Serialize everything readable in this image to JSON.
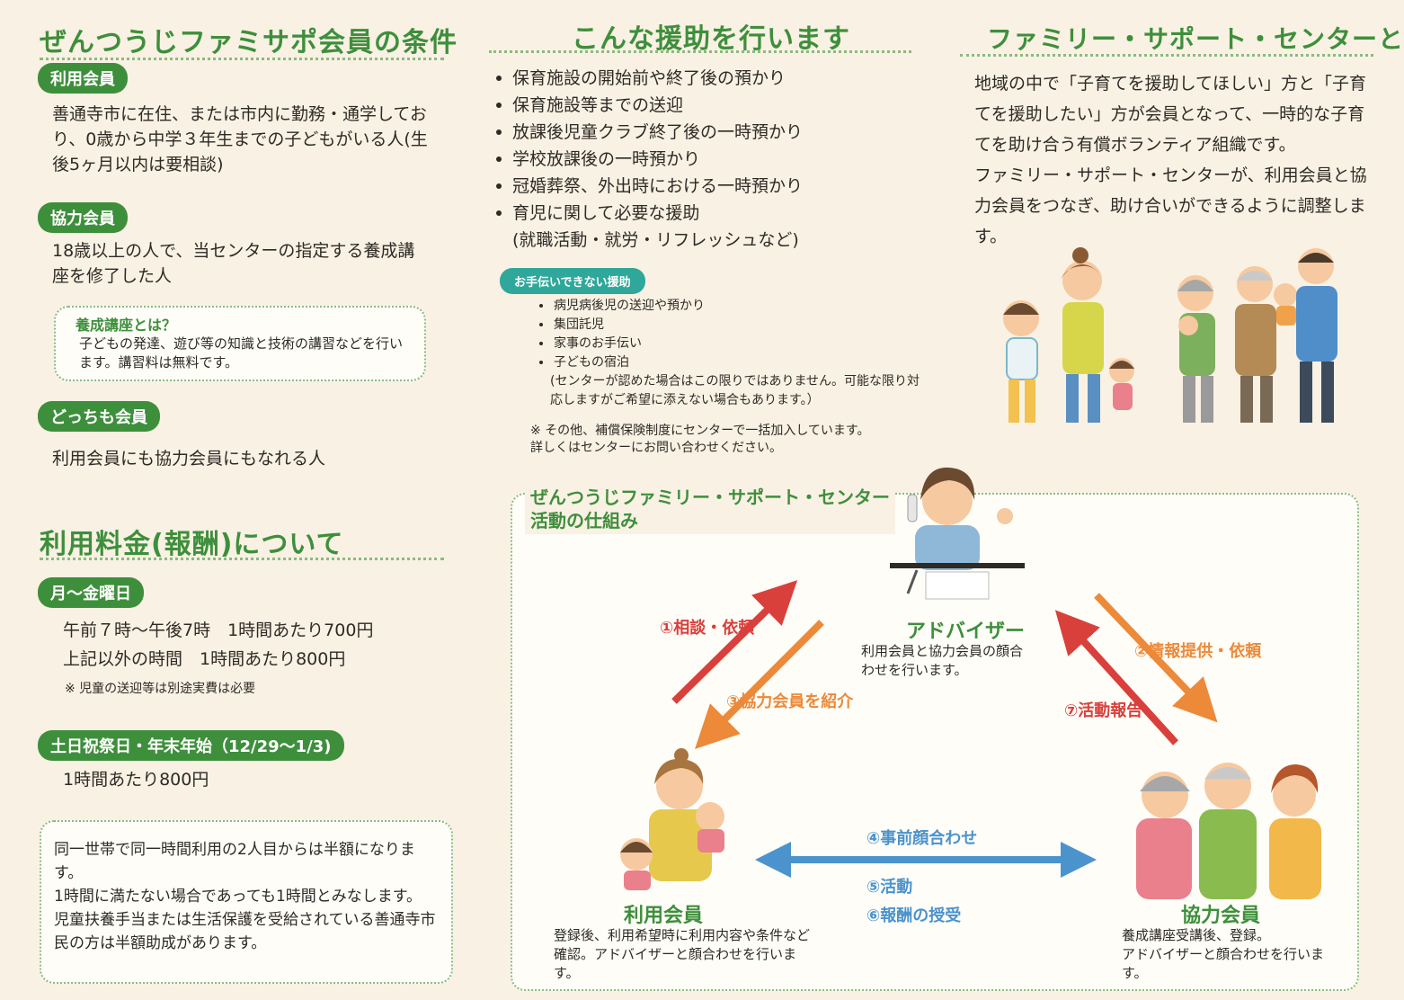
{
  "left": {
    "title": "ぜんつうじファミサポ会員の条件",
    "user": {
      "label": "利用会員",
      "text": "善通寺市に在住、または市内に勤務・通学しており、0歳から中学３年生までの子どもがいる人(生後5ヶ月以内は要相談)"
    },
    "helper": {
      "label": "協力会員",
      "text": "18歳以上の人で、当センターの指定する養成講座を修了した人"
    },
    "course": {
      "title": "養成講座とは？",
      "text": "子どもの発達、遊び等の知識と技術の講習などを行います。講習料は無料です。"
    },
    "both": {
      "label": "どっちも会員",
      "text": "利用会員にも協力会員にもなれる人"
    },
    "fees": {
      "title": "利用料金(報酬)について",
      "weekday_label": "月～金曜日",
      "weekday_line1": "午前７時～午後7時　1時間あたり700円",
      "weekday_line2": "上記以外の時間　1時間あたり800円",
      "weekday_note": "※ 児童の送迎等は別途実費は必要",
      "holiday_label": "土日祝祭日・年末年始（12/29～1/3)",
      "holiday_text": "1時間あたり800円",
      "notes": "同一世帯で同一時間利用の2人目からは半額になります。\n1時間に満たない場合であっても1時間とみなします。\n児童扶養手当または生活保護を受給されている善通寺市民の方は半額助成があります。"
    }
  },
  "middle": {
    "title": "こんな援助を行います",
    "items": [
      "保育施設の開始前や終了後の預かり",
      "保育施設等までの送迎",
      "放課後児童クラブ終了後の一時預かり",
      "学校放課後の一時預かり",
      "冠婚葬祭、外出時における一時預かり",
      "育児に関して必要な援助"
    ],
    "items_sub": "(就職活動・就労・リフレッシュなど)",
    "cannot_label": "お手伝いできない援助",
    "cannot_items": [
      "病児病後児の送迎や預かり",
      "集団託児",
      "家事のお手伝い",
      "子どもの宿泊"
    ],
    "cannot_note": "(センターが認めた場合はこの限りではありません。可能な限り対応しますがご希望に添えない場合もあります。）",
    "insurance_note": "※ その他、補償保険制度にセンターで一括加入しています。\n詳しくはセンターにお問い合わせください。"
  },
  "right": {
    "title": "ファミリー・サポート・センターとは",
    "text1": "地域の中で「子育てを援助してほしい」方と「子育てを援助したい」方が会員となって、一時的な子育てを助け合う有償ボランティア組織です。",
    "text2": "ファミリー・サポート・センターが、利用会員と協力会員をつなぎ、助け合いができるように調整します。"
  },
  "diagram": {
    "title_line1": "ぜんつうじファミリー・サポート・センター",
    "title_line2": "活動の仕組み",
    "advisor": {
      "name": "アドバイザー",
      "desc": "利用会員と協力会員の顔合わせを行います。"
    },
    "user": {
      "name": "利用会員",
      "desc": "登録後、利用希望時に利用内容や条件など確認。アドバイザーと顔合わせを行います。"
    },
    "helper": {
      "name": "協力会員",
      "desc": "養成講座受講後、登録。\nアドバイザーと顔合わせを行います。"
    },
    "step1": "①相談・依頼",
    "step2": "②情報提供・依頼",
    "step3": "③協力会員を紹介",
    "step4": "④事前顔合わせ",
    "step5": "⑤活動",
    "step6": "⑥報酬の授受",
    "step7": "⑦活動報告",
    "colors": {
      "red": "#d9403c",
      "orange": "#ec8a3a",
      "blue": "#4b93cc",
      "green": "#3e8f3c"
    }
  }
}
